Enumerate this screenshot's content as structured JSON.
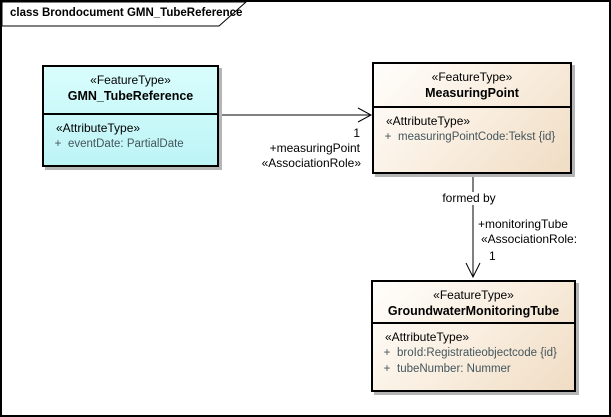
{
  "frame": {
    "title": "class Brondocument GMN_TubeReference"
  },
  "classes": {
    "gmn_tube_reference": {
      "stereotype": "«FeatureType»",
      "name": "GMN_TubeReference",
      "section_stereotype": "«AttributeType»",
      "attributes": [
        {
          "vis": "+",
          "text": "eventDate: PartialDate"
        }
      ]
    },
    "measuring_point": {
      "stereotype": "«FeatureType»",
      "name": "MeasuringPoint",
      "section_stereotype": "«AttributeType»",
      "attributes": [
        {
          "vis": "+",
          "text": "measuringPointCode:Tekst {id}"
        }
      ]
    },
    "groundwater_monitoring_tube": {
      "stereotype": "«FeatureType»",
      "name": "GroundwaterMonitoringTube",
      "section_stereotype": "«AttributeType»",
      "attributes": [
        {
          "vis": "+",
          "text": "broId:Registratieobjectcode {id}"
        },
        {
          "vis": "+",
          "text": "tubeNumber: Nummer"
        }
      ]
    }
  },
  "associations": {
    "to_measuring_point": {
      "multiplicity": "1",
      "role": "+measuringPoint",
      "stereotype": "«AssociationRole»"
    },
    "to_monitoring_tube": {
      "name": "formed by",
      "role": "+monitoringTube",
      "stereotype": "«AssociationRole:",
      "multiplicity": "1"
    }
  },
  "colors": {
    "feature_type_cyan": "#bdf4f6",
    "feature_type_tan": "#f0dcc3",
    "attribute_text": "#44555c",
    "line": "#000000",
    "shadow": "#b5b5b5"
  }
}
